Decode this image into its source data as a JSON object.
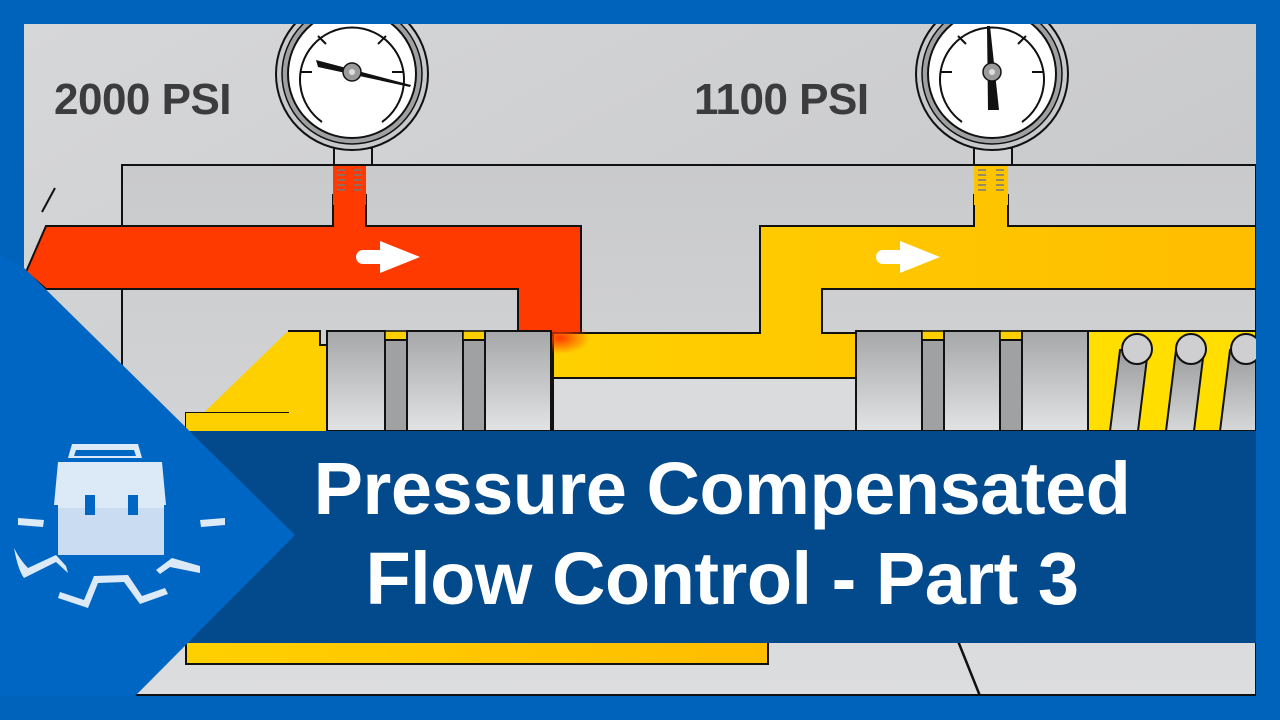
{
  "diagram": {
    "title": "Pressure Compensated Flow Control - Part 3",
    "title_lines": [
      "Pressure Compensated",
      "Flow Control - Part 3"
    ],
    "gauges": [
      {
        "id": "inlet-gauge",
        "label": "2000 PSI",
        "value": 2000,
        "unit": "PSI",
        "fluid_color": "#ff3a00"
      },
      {
        "id": "outlet-gauge",
        "label": "1100 PSI",
        "value": 1100,
        "unit": "PSI",
        "fluid_color": "#ffc400"
      }
    ],
    "flow_arrows": [
      {
        "location": "inlet-passage",
        "direction": "right"
      },
      {
        "location": "outlet-passage",
        "direction": "right"
      }
    ],
    "components": [
      "valve body",
      "inlet passage",
      "outlet passage",
      "spool",
      "spool lands",
      "spring",
      "pressure gauges"
    ],
    "icons": {
      "logo": "toolbox-gear-icon",
      "flow_arrow": "right-arrow-icon",
      "gauge": "pressure-gauge-icon",
      "spring": "coil-spring-icon"
    }
  },
  "colors": {
    "frame_blue": "#0063bb",
    "title_band": "#024a8c",
    "high_pressure": "#ff3a00",
    "reduced_pressure": "#ffc400",
    "body_gray": "#cfd0d2",
    "label_text": "#3c3c3e",
    "title_text": "#ffffff",
    "logo_fill": "#dce9f7"
  }
}
